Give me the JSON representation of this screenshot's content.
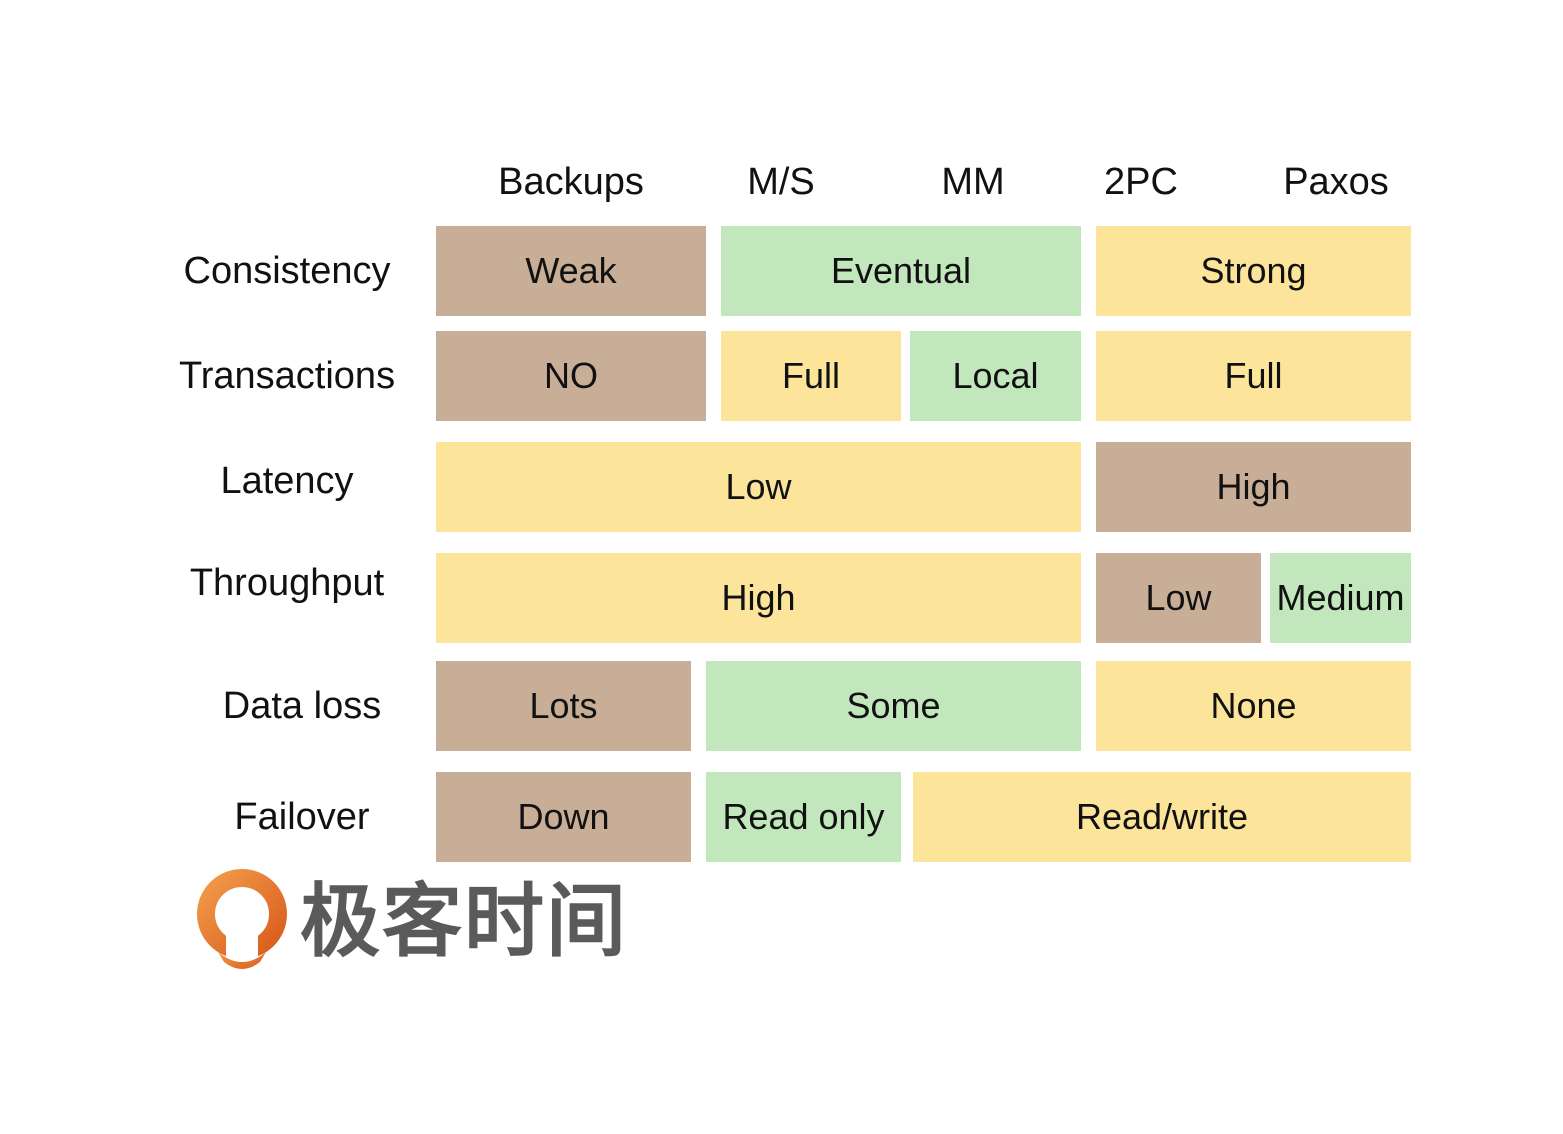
{
  "colors": {
    "weak": "#c8ae97",
    "medium": "#c2e7bc",
    "strong": "#fce59b",
    "logo_orange": "#e8742a",
    "logo_text": "#5a5a5a"
  },
  "columns": [
    "Backups",
    "M/S",
    "MM",
    "2PC",
    "Paxos"
  ],
  "rows": {
    "consistency": {
      "label": "Consistency",
      "cells": [
        {
          "text": "Weak",
          "level": "weak"
        },
        {
          "text": "Eventual",
          "level": "medium"
        },
        {
          "text": "Strong",
          "level": "strong"
        }
      ]
    },
    "transactions": {
      "label": "Transactions",
      "cells": [
        {
          "text": "NO",
          "level": "weak"
        },
        {
          "text": "Full",
          "level": "strong"
        },
        {
          "text": "Local",
          "level": "medium"
        },
        {
          "text": "Full",
          "level": "strong"
        }
      ]
    },
    "latency": {
      "label": "Latency",
      "cells": [
        {
          "text": "Low",
          "level": "strong"
        },
        {
          "text": "High",
          "level": "weak"
        }
      ]
    },
    "throughput": {
      "label": "Throughput",
      "cells": [
        {
          "text": "High",
          "level": "strong"
        },
        {
          "text": "Low",
          "level": "weak"
        },
        {
          "text": "Medium",
          "level": "medium"
        }
      ]
    },
    "data_loss": {
      "label": "Data loss",
      "cells": [
        {
          "text": "Lots",
          "level": "weak"
        },
        {
          "text": "Some",
          "level": "medium"
        },
        {
          "text": "None",
          "level": "strong"
        }
      ]
    },
    "failover": {
      "label": "Failover",
      "cells": [
        {
          "text": "Down",
          "level": "weak"
        },
        {
          "text": "Read only",
          "level": "medium"
        },
        {
          "text": "Read/write",
          "level": "strong"
        }
      ]
    }
  },
  "logo": {
    "text": "极客时间",
    "icon": "geektime-logo-icon"
  }
}
